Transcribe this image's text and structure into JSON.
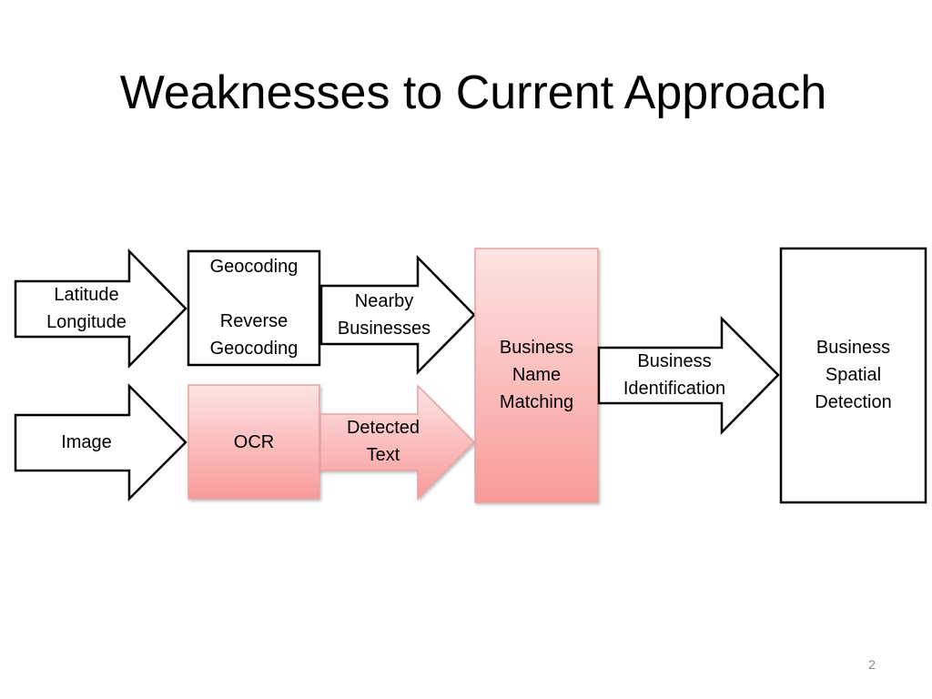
{
  "slide": {
    "title": "Weaknesses to Current Approach",
    "page_number": "2"
  },
  "nodes": {
    "lat_long": {
      "line1": "Latitude",
      "line2": "Longitude",
      "style": "plain"
    },
    "geocoding": {
      "line1": "Geocoding",
      "line2": "",
      "line3": "Reverse",
      "line4": "Geocoding",
      "style": "plain"
    },
    "nearby": {
      "line1": "Nearby",
      "line2": "Businesses",
      "style": "plain"
    },
    "image": {
      "line1": "Image",
      "style": "plain"
    },
    "ocr": {
      "line1": "OCR",
      "style": "highlighted"
    },
    "detected_text": {
      "line1": "Detected",
      "line2": "Text",
      "style": "highlighted"
    },
    "name_matching": {
      "line1": "Business",
      "line2": "Name",
      "line3": "Matching",
      "style": "highlighted"
    },
    "identification": {
      "line1": "Business",
      "line2": "Identification",
      "style": "plain"
    },
    "spatial": {
      "line1": "Business",
      "line2": "Spatial",
      "line3": "Detection",
      "style": "plain"
    }
  },
  "colors": {
    "highlight_top": "#fde3e3",
    "highlight_bottom": "#f99a9a",
    "highlight_border": "#e6a1a1",
    "outline": "#000000",
    "page_number": "#8c8c8c"
  }
}
